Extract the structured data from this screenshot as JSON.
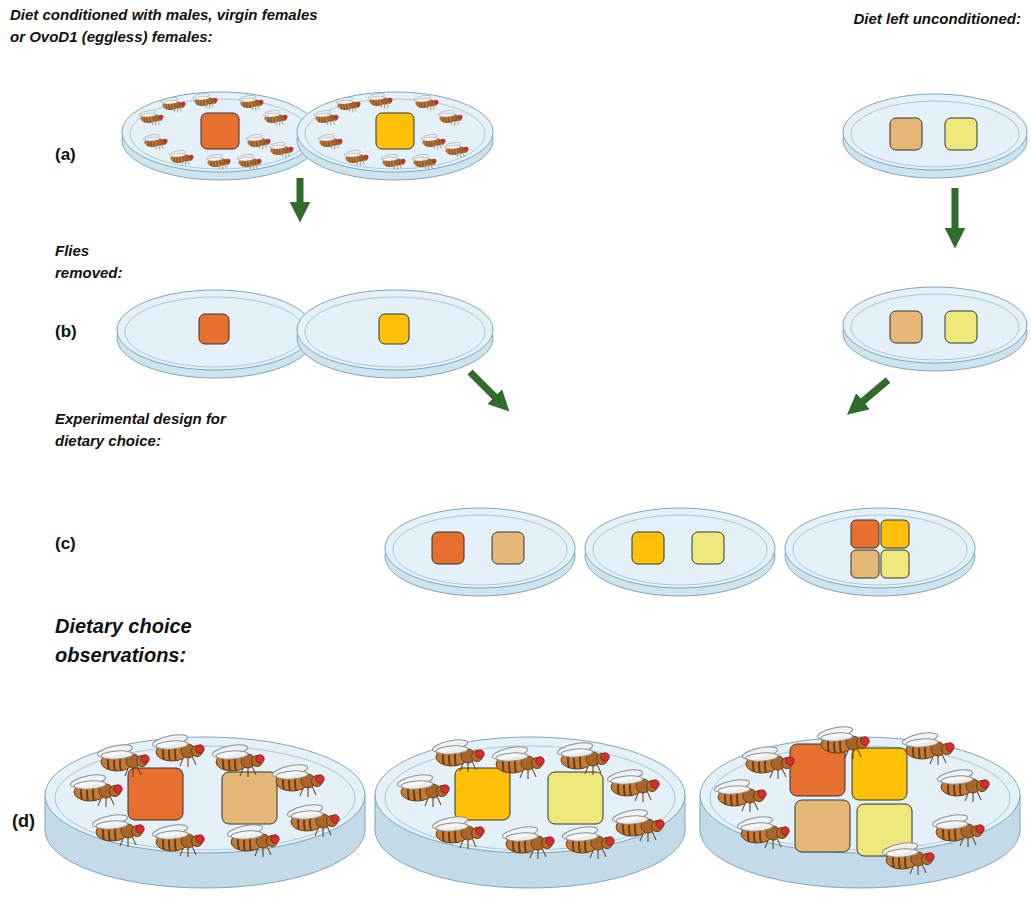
{
  "diagram": {
    "labels": [
      "Diet conditioned with males, virgin females or OvoD1 (eggless) females:",
      "Diet left unconditioned:",
      "(a)",
      "Flies removed:",
      "(b)",
      "Experimental design for dietary choice:",
      "(c)",
      "Dietary choice observations:",
      "(d)"
    ]
  }
}
